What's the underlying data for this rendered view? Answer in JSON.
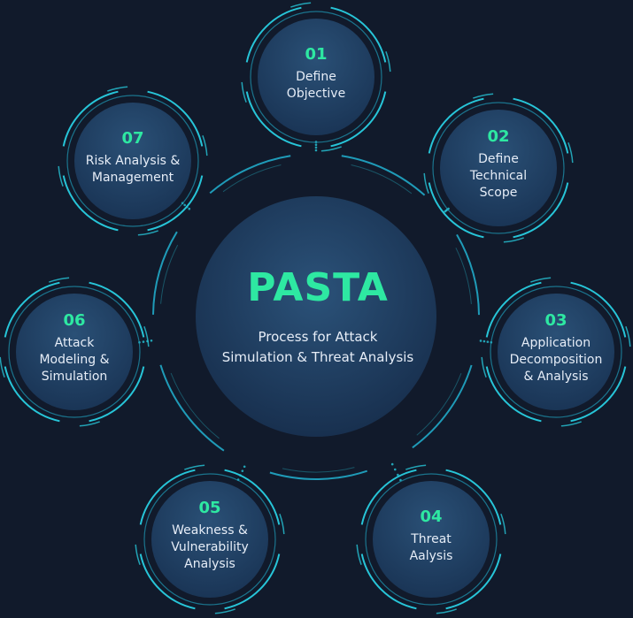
{
  "center": {
    "title": "PASTA",
    "subtitle": "Process for Attack\nSimulation & Threat Analysis"
  },
  "stages": [
    {
      "number": "01",
      "label": "Define\nObjective"
    },
    {
      "number": "02",
      "label": "Define\nTechnical\nScope"
    },
    {
      "number": "03",
      "label": "Application\nDecomposition\n& Analysis"
    },
    {
      "number": "04",
      "label": "Threat\nAalysis"
    },
    {
      "number": "05",
      "label": "Weakness &\nVulnerability\nAnalysis"
    },
    {
      "number": "06",
      "label": "Attack\nModeling &\nSimulation"
    },
    {
      "number": "07",
      "label": "Risk Analysis &\nManagement"
    }
  ],
  "colors": {
    "background": "#111a2b",
    "accent": "#2ee8a2",
    "ring": "#27c5d8",
    "ring_glow": "#1f9bb8",
    "node_fill": "#24456a",
    "text": "#e6edf7"
  }
}
